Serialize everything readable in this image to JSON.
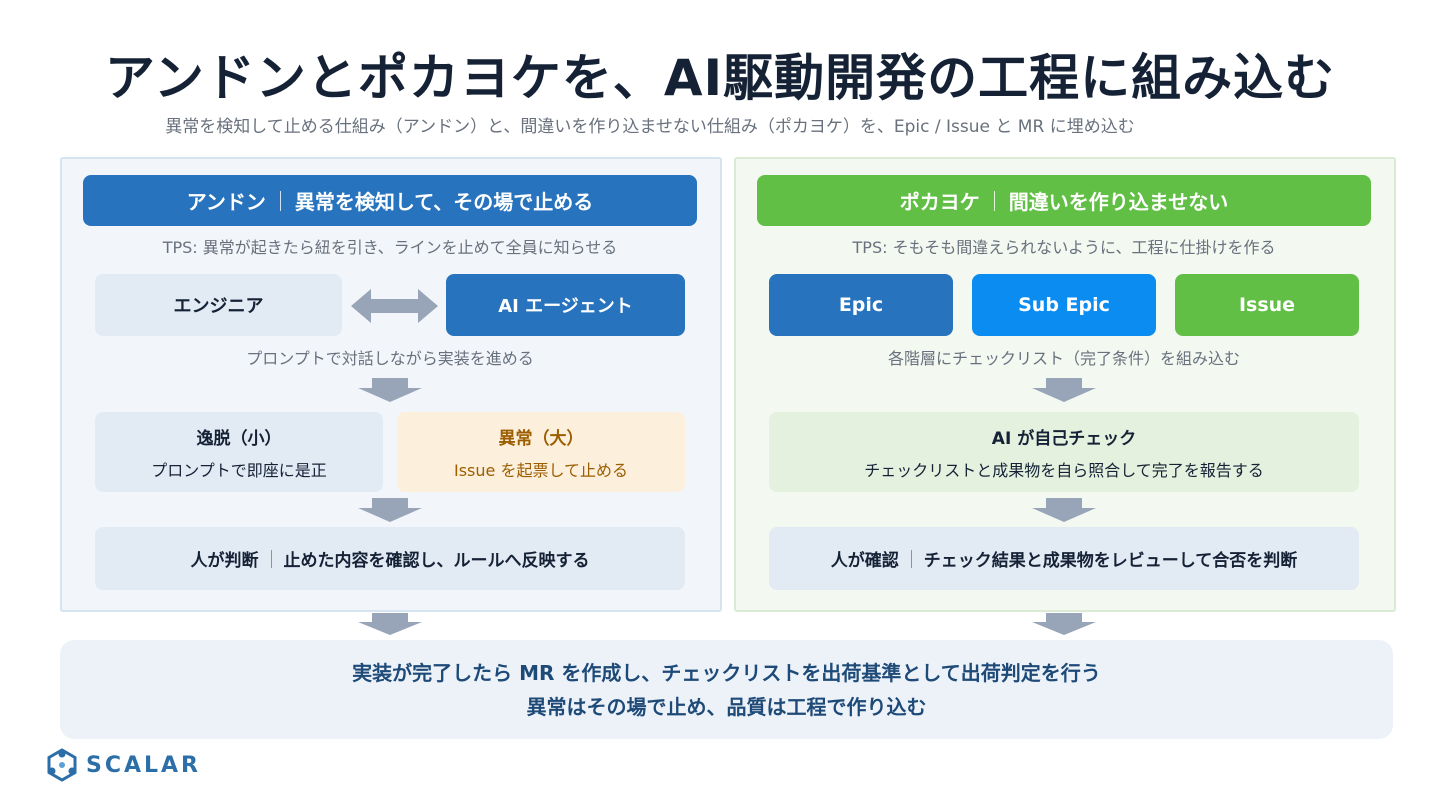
{
  "title": "アンドンとポカヨケを、AI駆動開発の工程に組み込む",
  "subtitle": "異常を検知して止める仕組み（アンドン）と、間違いを作り込ませない仕組み（ポカヨケ）を、Epic / Issue と MR に埋め込む",
  "andon": {
    "header_name": "アンドン",
    "header_desc": "異常を検知して、その場で止める",
    "tps": "TPS: 異常が起きたら紐を引き、ラインを止めて全員に知らせる",
    "engineer": "エンジニア",
    "agent": "AI エージェント",
    "loop_caption": "プロンプトで対話しながら実装を進める",
    "minor_title": "逸脱（小）",
    "minor_desc": "プロンプトで即座に是正",
    "major_title": "異常（大）",
    "major_desc": "Issue を起票して止める",
    "judge_label": "人が判断",
    "judge_desc": "止めた内容を確認し、ルールへ反映する"
  },
  "pokayoke": {
    "header_name": "ポカヨケ",
    "header_desc": "間違いを作り込ませない",
    "tps": "TPS: そもそも間違えられないように、工程に仕掛けを作る",
    "tiles": [
      "Epic",
      "Sub Epic",
      "Issue"
    ],
    "tiles_caption": "各階層にチェックリスト（完了条件）を組み込む",
    "check_title": "AI が自己チェック",
    "check_desc": "チェックリストと成果物を自ら照合して完了を報告する",
    "confirm_label": "人が確認",
    "confirm_desc": "チェック結果と成果物をレビューして合否を判断"
  },
  "bottom": {
    "line1": "実装が完了したら MR を作成し、チェックリストを出荷基準として出荷判定を行う",
    "line2": "異常はその場で止め、品質は工程で作り込む"
  },
  "brand": {
    "name": "SCALAR",
    "logo_icon": "scalar-logo-icon"
  },
  "colors": {
    "andon_blue": "#2773bd",
    "pokayoke_green": "#62bf45",
    "sub_epic_blue": "#0b8cf0",
    "anomaly_orange": "#fcefdc"
  }
}
